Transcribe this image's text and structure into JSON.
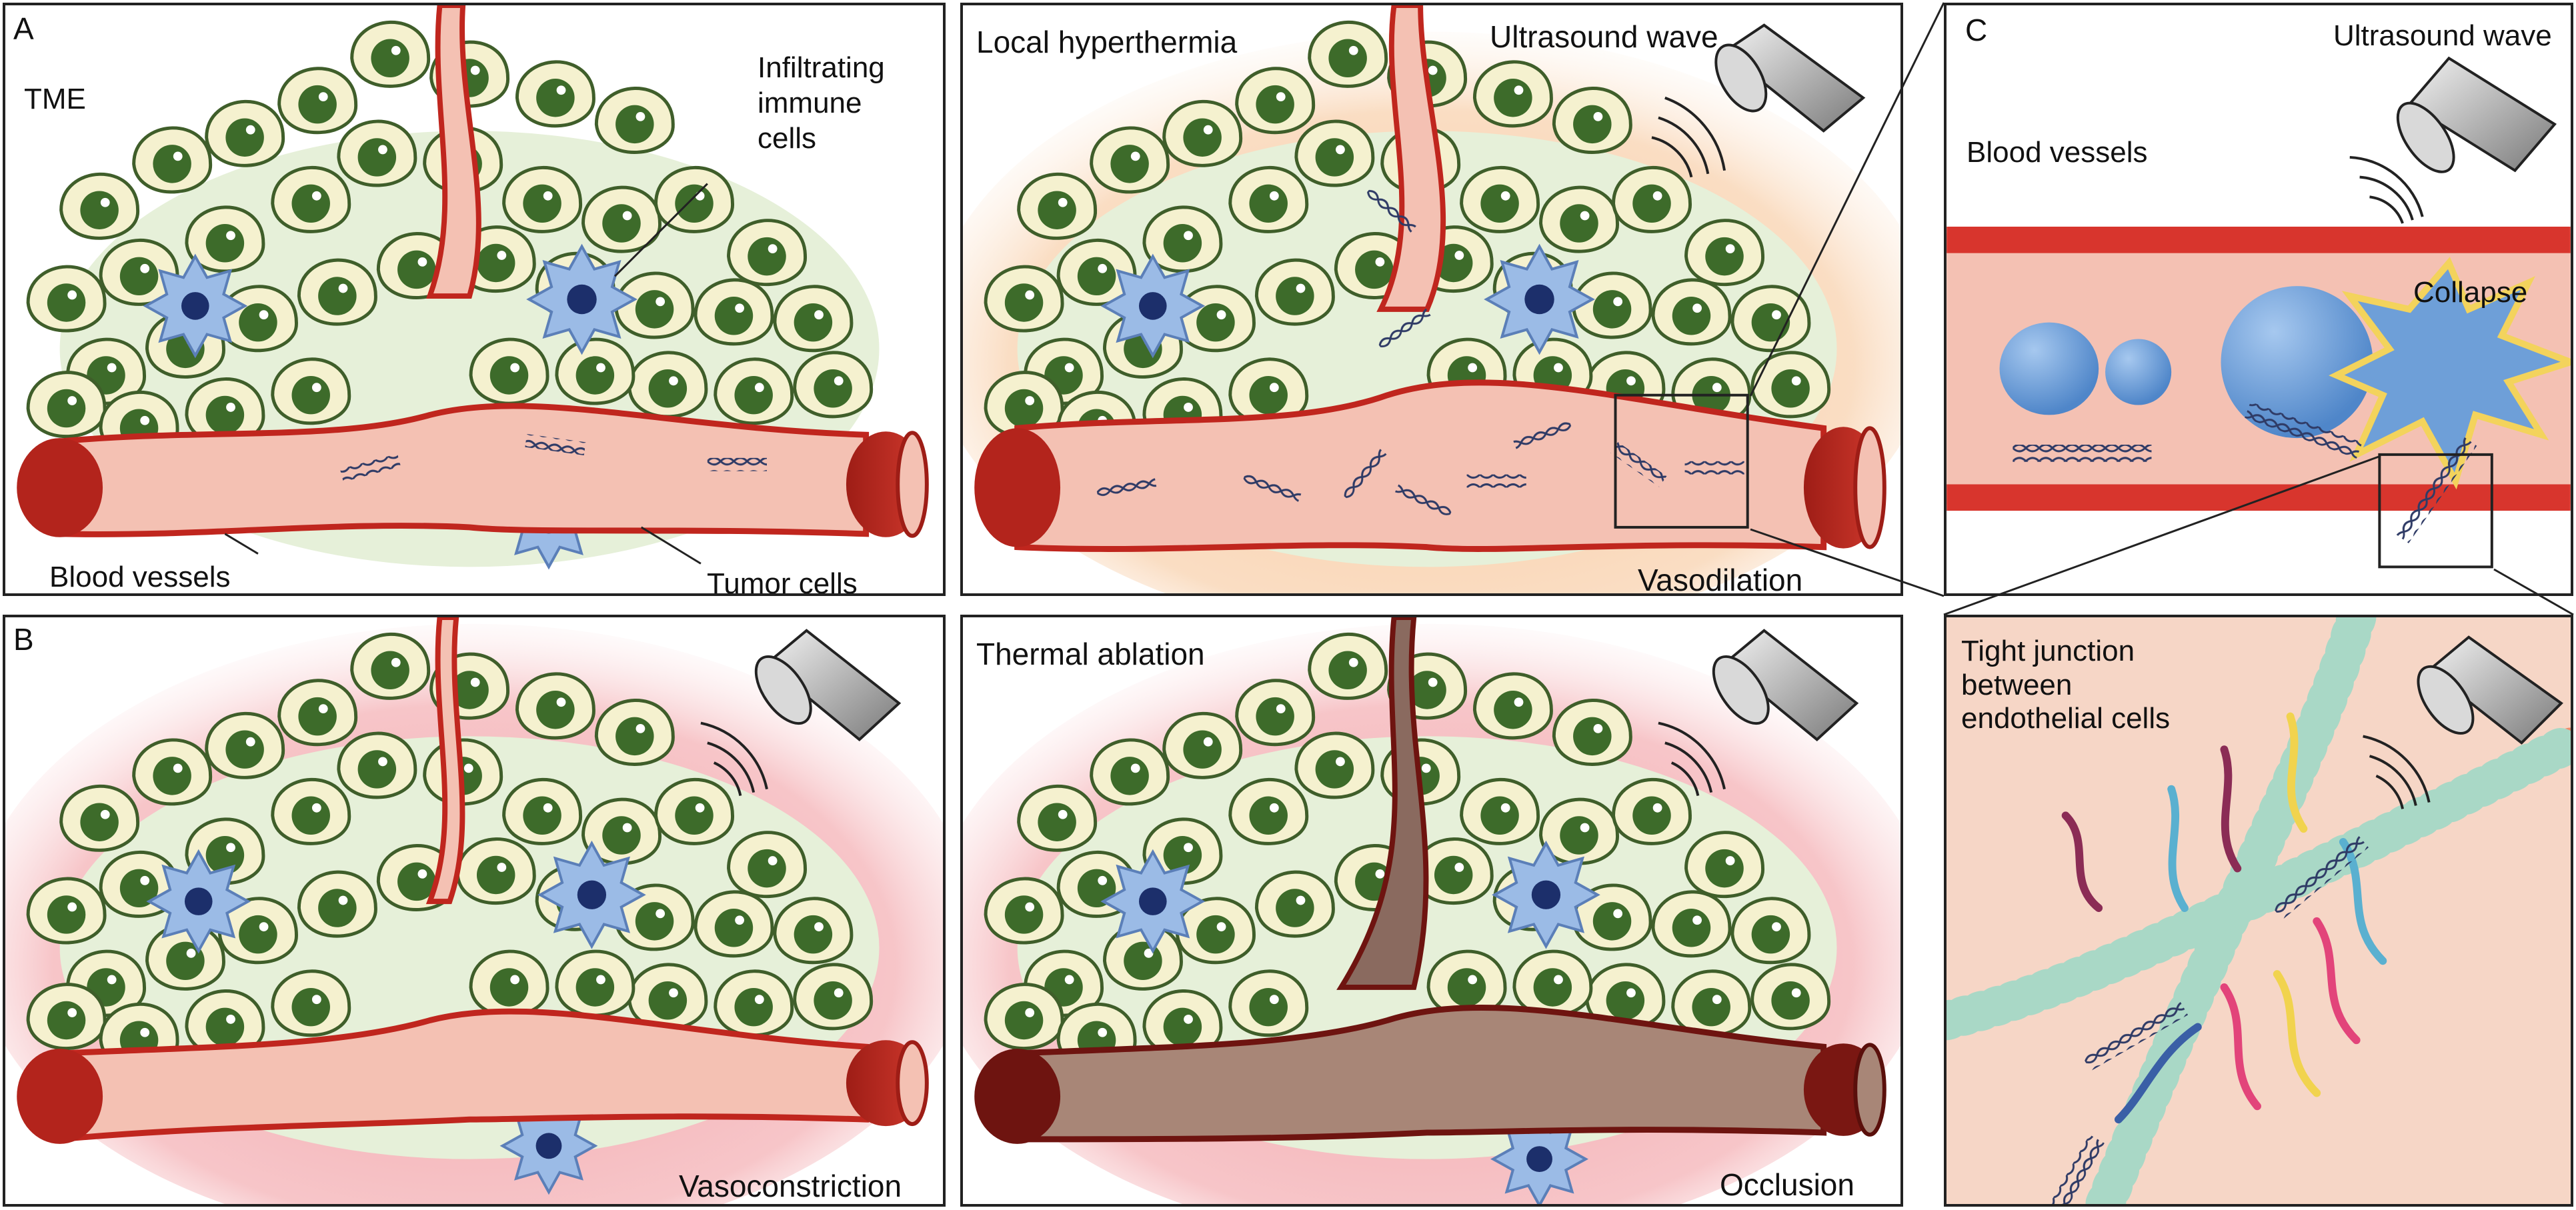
{
  "panel_letters": {
    "a": "A",
    "b": "B",
    "c": "C"
  },
  "panel_a": {
    "tme": "TME",
    "infiltrating": "Infiltrating\nimmune\ncells",
    "blood_vessels": "Blood vessels",
    "tumor_cells": "Tumor cells"
  },
  "panel_a2": {
    "hyperthermia": "Local hyperthermia",
    "ultrasound": "Ultrasound wave",
    "vasodilation": "Vasodilation"
  },
  "panel_b": {
    "vasoconstriction": "Vasoconstriction"
  },
  "panel_b2": {
    "ablation": "Thermal ablation",
    "occlusion": "Occlusion"
  },
  "panel_c": {
    "ultrasound": "Ultrasound wave",
    "blood_vessels": "Blood vessels",
    "collapse": "Collapse",
    "tight_junction": "Tight junction\nbetween\nendothelial cells"
  },
  "colors": {
    "tumor_cell_fill": "#f5f1cf",
    "nucleus": "#3d6b2a",
    "immune_cell": "#9bbbe6",
    "vessel": "#f4c1b3",
    "vessel_wall": "#c0261e",
    "hyperthermia_glow": "#f6b98a",
    "ablation_glow": "#ec8c92",
    "occluded_vessel": "#a88677",
    "bubble": "#6fa2dd",
    "membrane_head": "#a9d8c6",
    "collapse_star": "#6e9fd8"
  },
  "icons": [
    "transducer-icon",
    "wave-arc-icon",
    "dna-strand-icon",
    "bubble-icon",
    "collapse-star-icon"
  ]
}
